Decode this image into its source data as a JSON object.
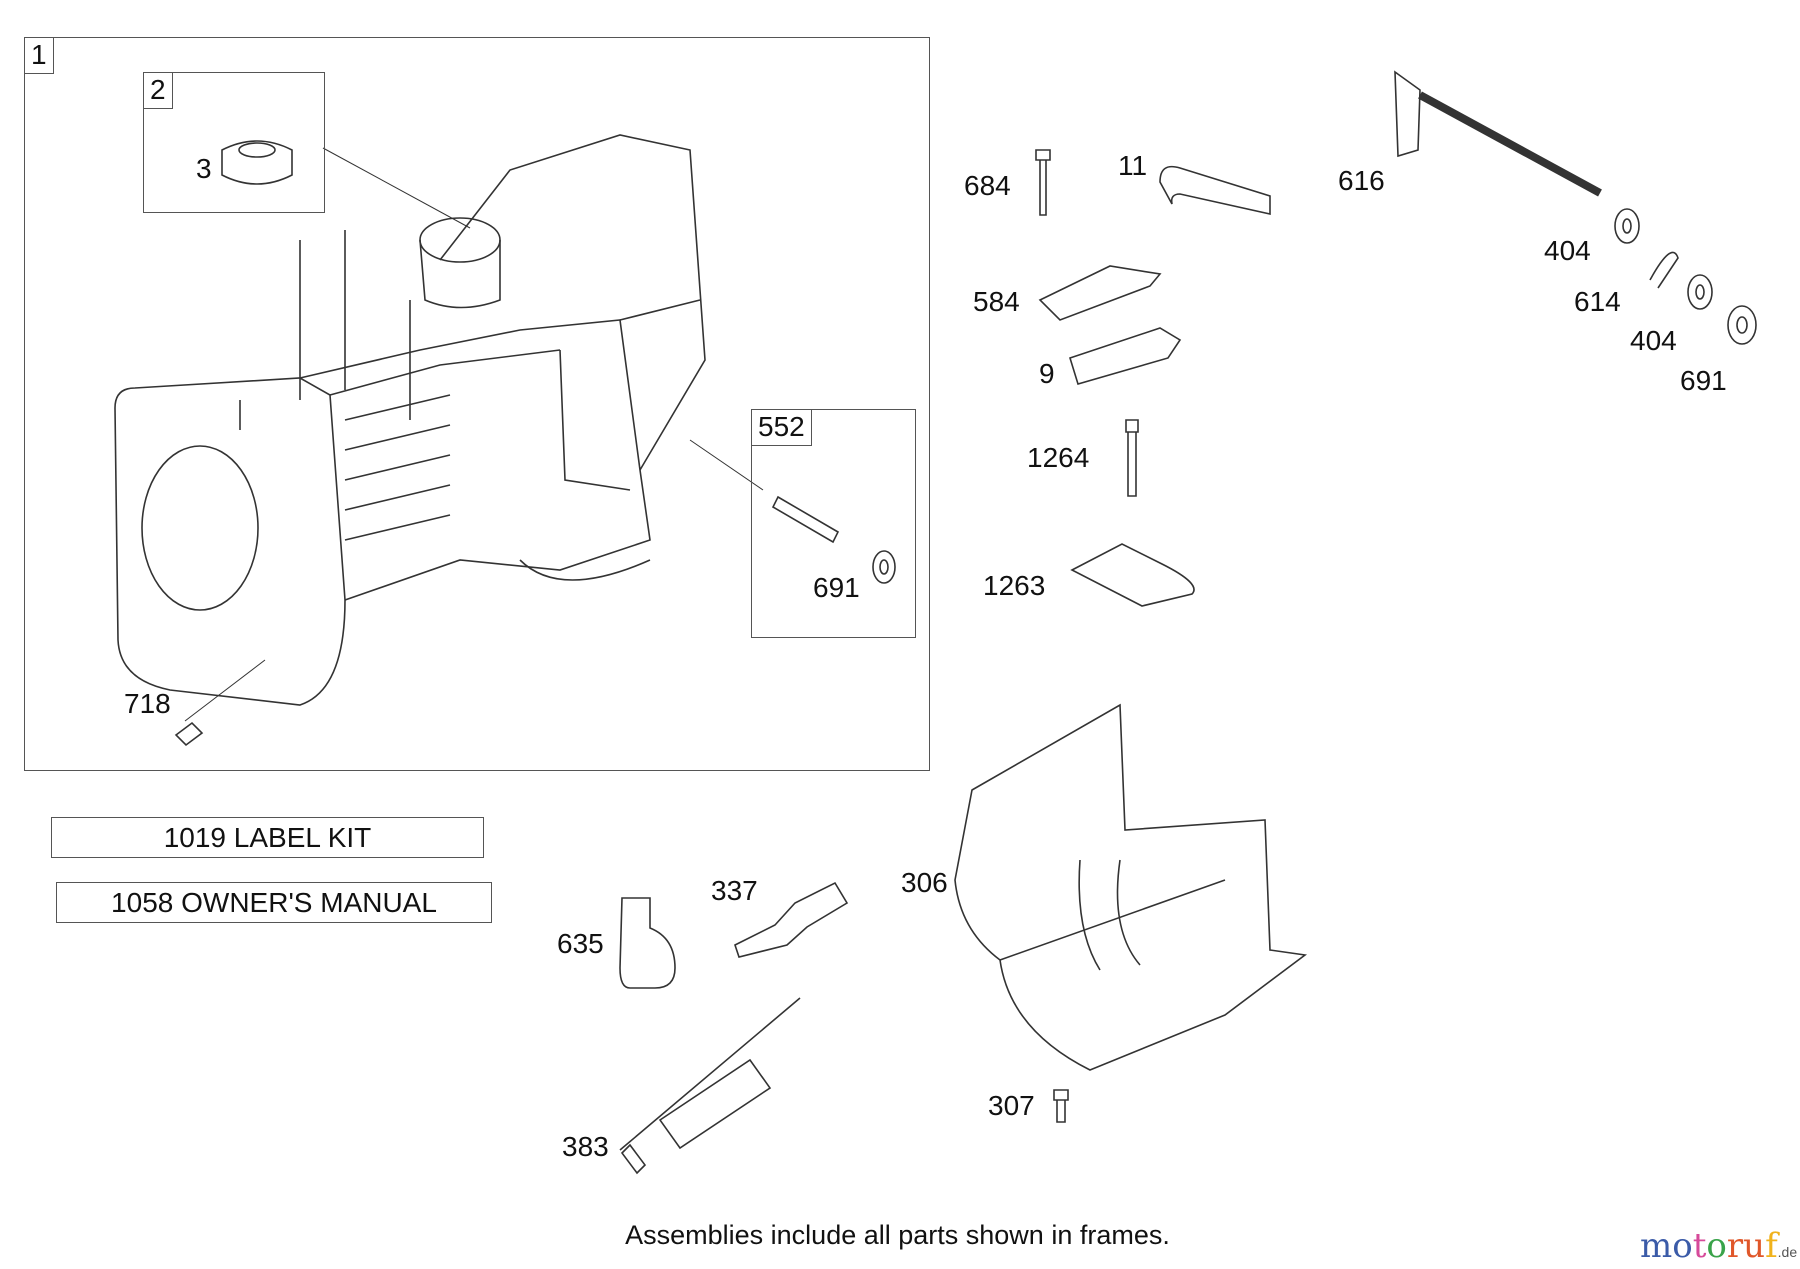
{
  "frames": [
    {
      "tag": "1"
    },
    {
      "tag": "2"
    },
    {
      "tag": "552"
    }
  ],
  "callouts": {
    "p3": "3",
    "p718": "718",
    "p691a": "691",
    "p684": "684",
    "p11": "11",
    "p616": "616",
    "p404a": "404",
    "p614": "614",
    "p404b": "404",
    "p691b": "691",
    "p584": "584",
    "p9": "9",
    "p1264": "1264",
    "p1263": "1263",
    "p337": "337",
    "p306": "306",
    "p635": "635",
    "p307": "307",
    "p383": "383"
  },
  "kits": {
    "label_kit": "1019 LABEL KIT",
    "owners_manual": "1058 OWNER'S MANUAL"
  },
  "footer": "Assemblies include all parts shown in frames.",
  "watermark": {
    "letters": [
      "m",
      "o",
      "t",
      "o",
      "r",
      "u",
      "f"
    ],
    "suffix": ".de",
    "colors": [
      "#3b5ba8",
      "#3b5ba8",
      "#d64a9a",
      "#3aa34a",
      "#e0572a",
      "#e0572a",
      "#f0b21c"
    ]
  }
}
